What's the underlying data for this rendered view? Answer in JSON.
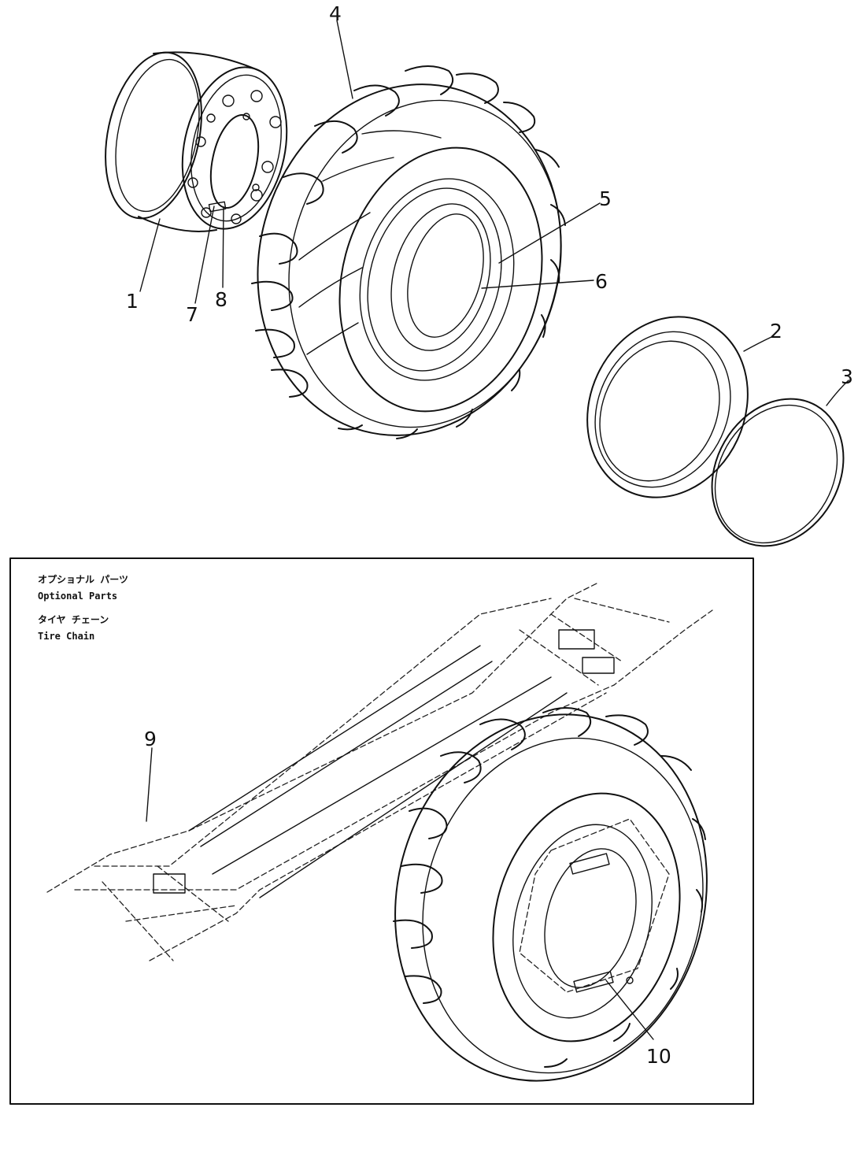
{
  "callouts": {
    "rim": "1",
    "side_ring": "2",
    "lock_ring": "3",
    "tire": "4",
    "tube": "5",
    "flap": "6",
    "valve_a": "7",
    "valve_b": "8",
    "tire_chain": "9",
    "chain_tensioner": "10"
  },
  "optional_box": {
    "jp_label": "オプショナル パーツ",
    "en_label": "Optional Parts",
    "jp_item": "タイヤ チェーン",
    "en_item": "Tire Chain"
  }
}
